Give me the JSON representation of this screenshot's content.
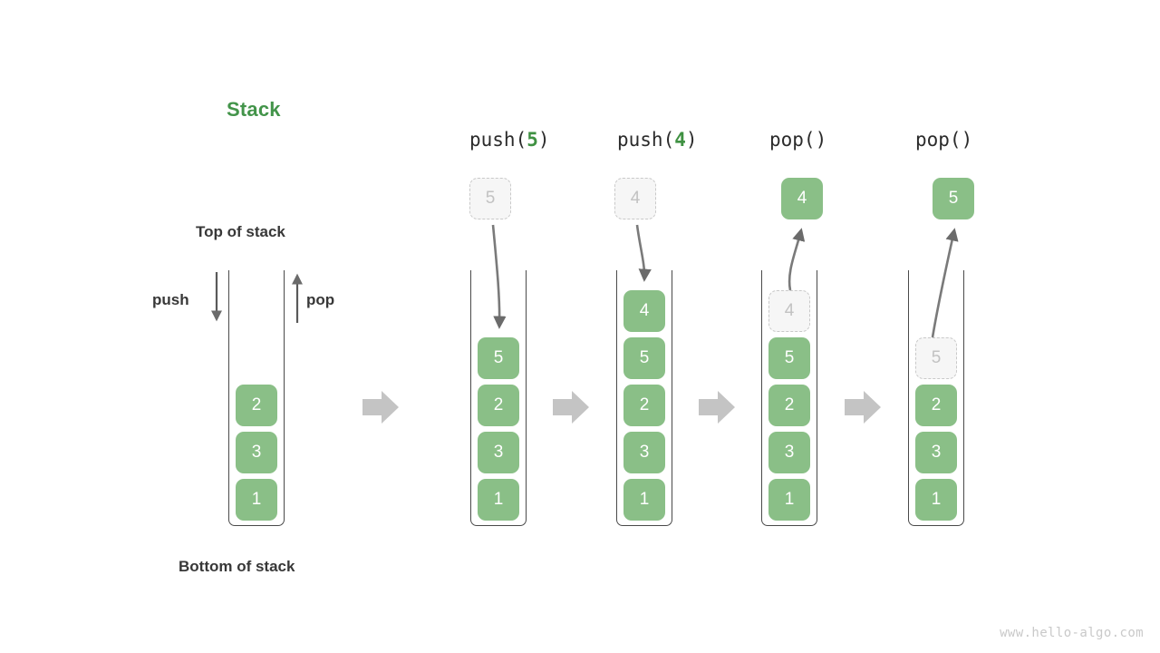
{
  "diagram": {
    "title": "Stack",
    "title_color": "#43944a",
    "accent_green": "#8abf87",
    "ghost_fill": "#f6f6f6",
    "ghost_border": "#c9c9c9",
    "arrow_gray": "#6b6b6b",
    "sep_arrow_gray": "#c4c4c4",
    "labels": {
      "top_of_stack": "Top of stack",
      "bottom_of_stack": "Bottom of stack",
      "push": "push",
      "pop": "pop"
    },
    "watermark": "www.hello-algo.com"
  },
  "columns": [
    {
      "id": "initial",
      "caption": null,
      "cells": [
        {
          "value": "2",
          "state": "filled"
        },
        {
          "value": "3",
          "state": "filled"
        },
        {
          "value": "1",
          "state": "filled"
        }
      ],
      "external": null
    },
    {
      "id": "push-5",
      "caption": {
        "fn": "push(",
        "arg": "5",
        "close": ")"
      },
      "cells": [
        {
          "value": "5",
          "state": "filled"
        },
        {
          "value": "2",
          "state": "filled"
        },
        {
          "value": "3",
          "state": "filled"
        },
        {
          "value": "1",
          "state": "filled"
        }
      ],
      "external": {
        "value": "5",
        "state": "ghost",
        "direction": "in"
      }
    },
    {
      "id": "push-4",
      "caption": {
        "fn": "push(",
        "arg": "4",
        "close": ")"
      },
      "cells": [
        {
          "value": "4",
          "state": "filled"
        },
        {
          "value": "5",
          "state": "filled"
        },
        {
          "value": "2",
          "state": "filled"
        },
        {
          "value": "3",
          "state": "filled"
        },
        {
          "value": "1",
          "state": "filled"
        }
      ],
      "external": {
        "value": "4",
        "state": "ghost",
        "direction": "in"
      }
    },
    {
      "id": "pop-4",
      "caption": {
        "fn": "pop(",
        "arg": "",
        "close": ")"
      },
      "cells": [
        {
          "value": "4",
          "state": "ghost"
        },
        {
          "value": "5",
          "state": "filled"
        },
        {
          "value": "2",
          "state": "filled"
        },
        {
          "value": "3",
          "state": "filled"
        },
        {
          "value": "1",
          "state": "filled"
        }
      ],
      "external": {
        "value": "4",
        "state": "filled",
        "direction": "out"
      }
    },
    {
      "id": "pop-5",
      "caption": {
        "fn": "pop(",
        "arg": "",
        "close": ")"
      },
      "cells": [
        {
          "value": "5",
          "state": "ghost"
        },
        {
          "value": "2",
          "state": "filled"
        },
        {
          "value": "3",
          "state": "filled"
        },
        {
          "value": "1",
          "state": "filled"
        }
      ],
      "external": {
        "value": "5",
        "state": "filled",
        "direction": "out"
      }
    }
  ],
  "separators": [
    "step-arrow",
    "step-arrow",
    "step-arrow",
    "step-arrow"
  ]
}
